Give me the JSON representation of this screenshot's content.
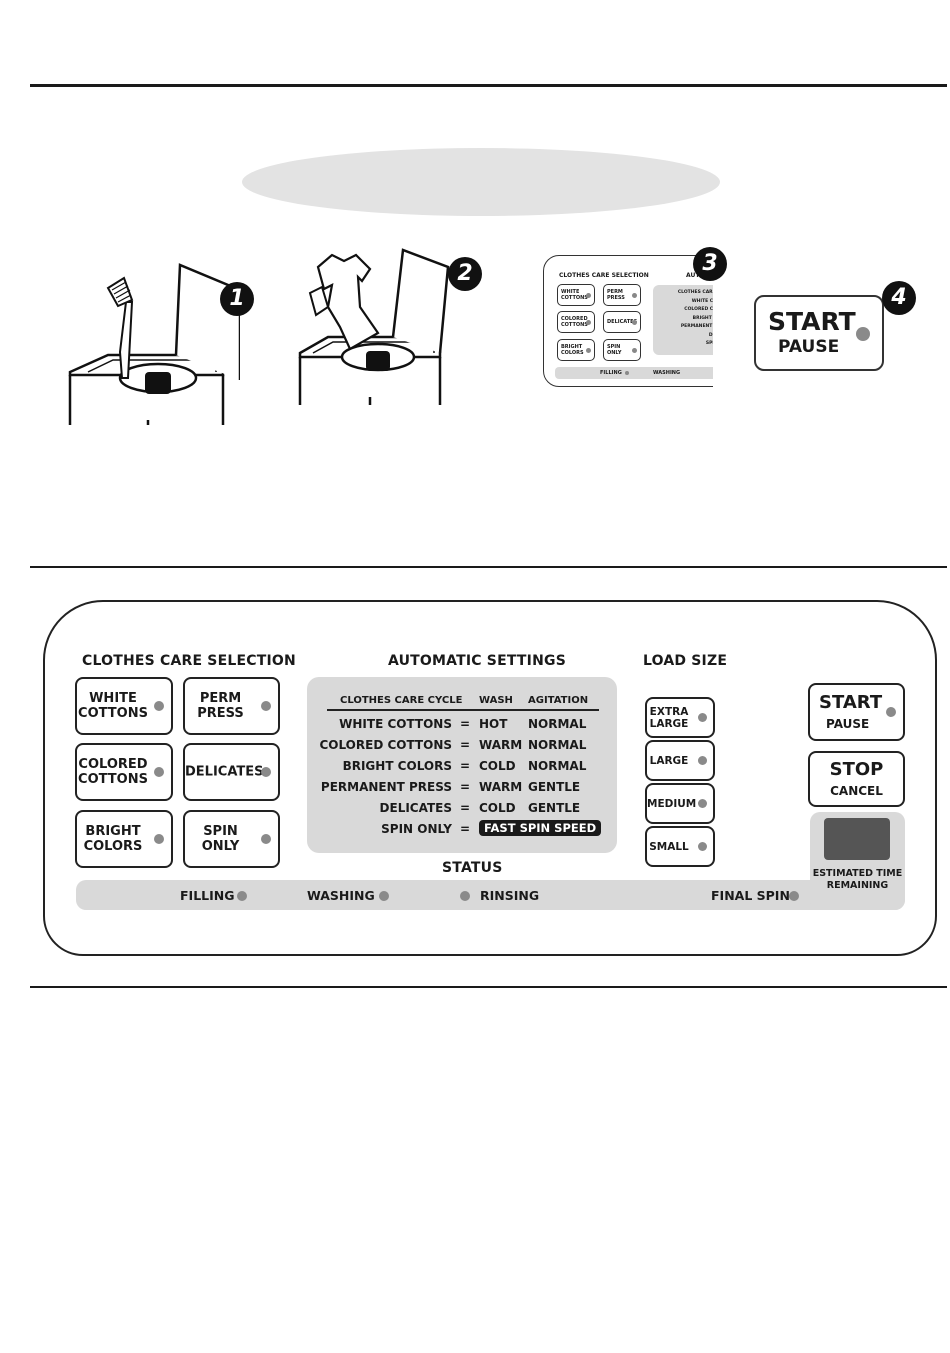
{
  "steps": [
    {
      "number": "1"
    },
    {
      "number": "2"
    },
    {
      "number": "3"
    },
    {
      "number": "4"
    }
  ],
  "mini_panel": {
    "title": "CLOTHES CARE SELECTION",
    "auto_title": "AUTO",
    "buttons": [
      "WHITE\nCOTTONS",
      "PERM\nPRESS",
      "COLORED\nCOTTONS",
      "DELICATES",
      "BRIGHT\nCOLORS",
      "SPIN\nONLY"
    ],
    "auto_rows": [
      "CLOTHES CARE CYC",
      "WHITE COTTO",
      "COLORED COTTO",
      "BRIGHT COLO",
      "PERMANENT PRES",
      "DELICA",
      "SPIN ON"
    ],
    "status": [
      "FILLING",
      "WASHING"
    ]
  },
  "big_start": {
    "line1": "START",
    "line2": "PAUSE"
  },
  "panel": {
    "clothes_care_title": "CLOTHES CARE SELECTION",
    "automatic_title": "AUTOMATIC SETTINGS",
    "load_size_title": "LOAD SIZE",
    "care_buttons": [
      "WHITE\nCOTTONS",
      "PERM\nPRESS",
      "COLORED\nCOTTONS",
      "DELICATES",
      "BRIGHT\nCOLORS",
      "SPIN\nONLY"
    ],
    "auto_headers": {
      "cycle": "CLOTHES CARE CYCLE",
      "wash": "WASH",
      "agitation": "AGITATION"
    },
    "auto_rows": [
      {
        "cycle": "WHITE COTTONS",
        "eq": "=",
        "wash": "HOT",
        "agitation": "NORMAL"
      },
      {
        "cycle": "COLORED COTTONS",
        "eq": "=",
        "wash": "WARM",
        "agitation": "NORMAL"
      },
      {
        "cycle": "BRIGHT COLORS",
        "eq": "=",
        "wash": "COLD",
        "agitation": "NORMAL"
      },
      {
        "cycle": "PERMANENT PRESS",
        "eq": "=",
        "wash": "WARM",
        "agitation": "GENTLE"
      },
      {
        "cycle": "DELICATES",
        "eq": "=",
        "wash": "COLD",
        "agitation": "GENTLE"
      }
    ],
    "spin_row": {
      "cycle": "SPIN ONLY",
      "eq": "=",
      "setting": "FAST SPIN SPEED"
    },
    "load_buttons": [
      "EXTRA\nLARGE",
      "LARGE",
      "MEDIUM",
      "SMALL"
    ],
    "start": {
      "line1": "START",
      "line2": "PAUSE"
    },
    "stop": {
      "line1": "STOP",
      "line2": "CANCEL"
    },
    "status_title": "STATUS",
    "status": {
      "filling": "FILLING",
      "washing": "WASHING",
      "rinsing": "RINSING",
      "final_spin": "FINAL SPIN"
    },
    "etr": {
      "line1": "ESTIMATED TIME",
      "line2": "REMAINING"
    }
  }
}
